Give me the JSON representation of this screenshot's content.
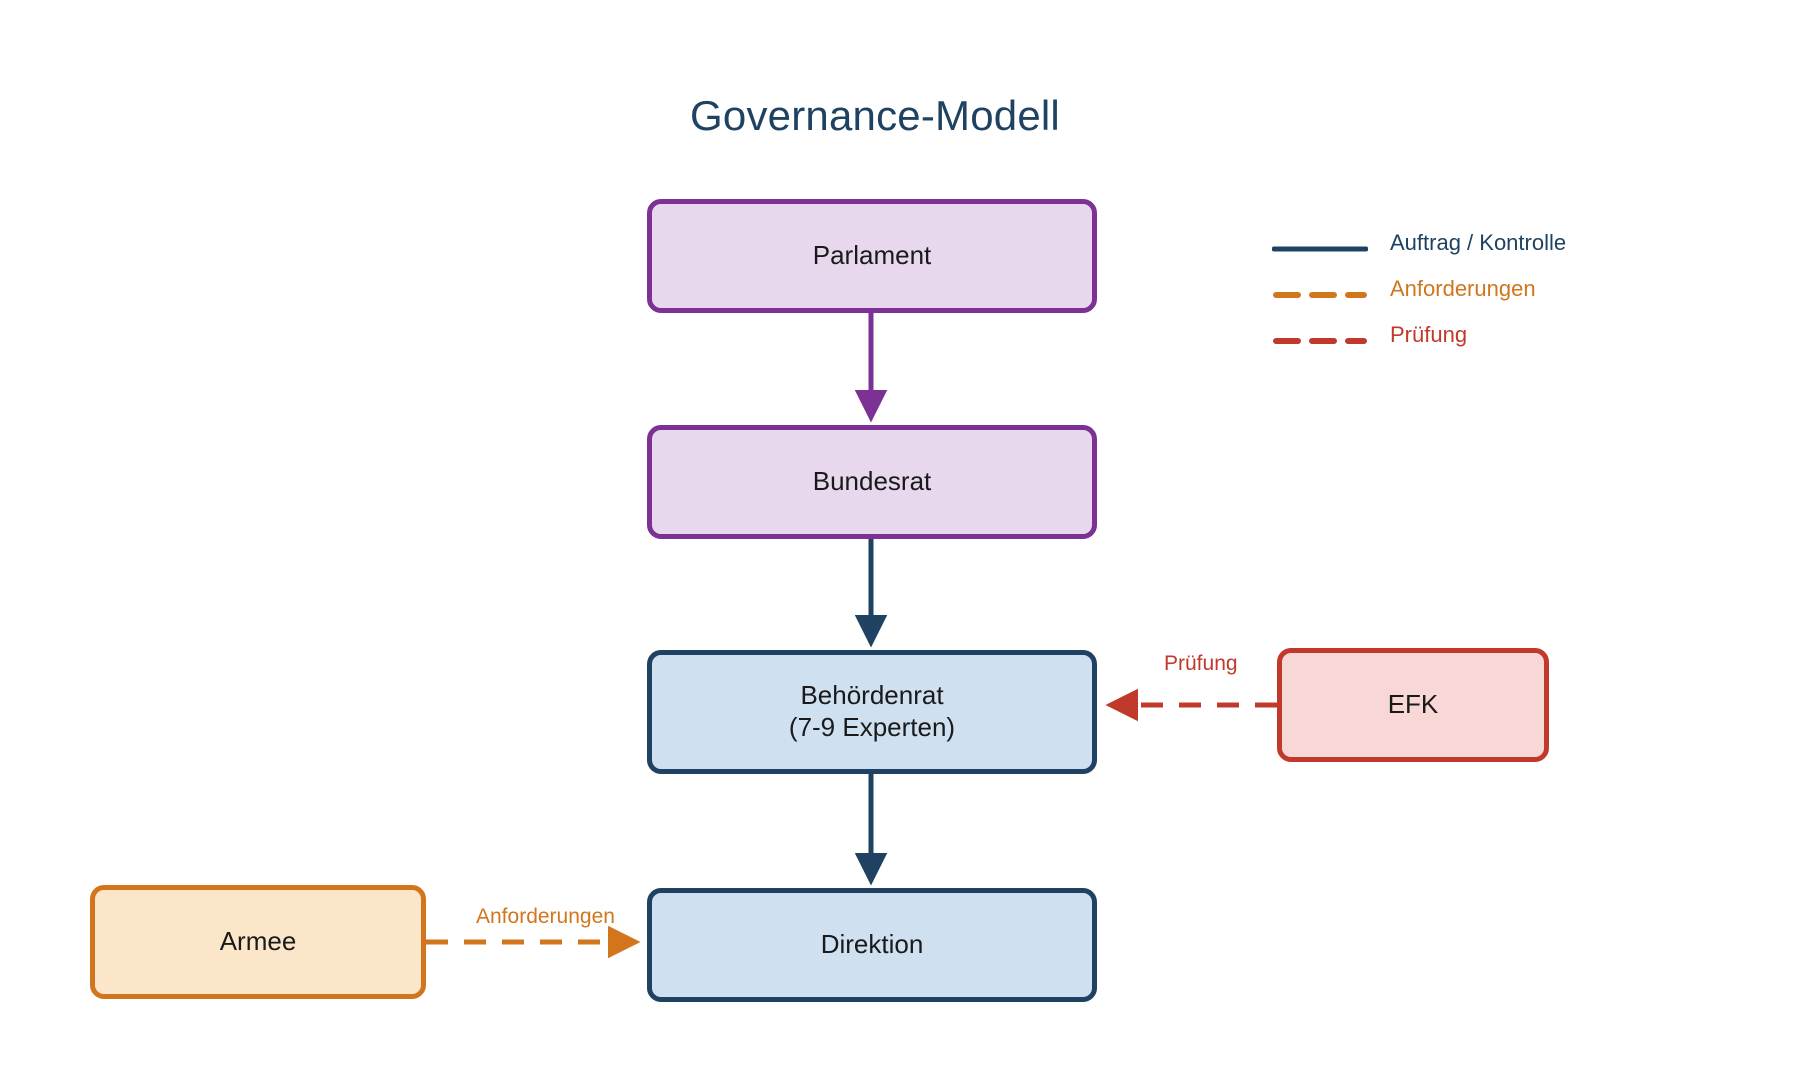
{
  "title": "Governance-Modell",
  "colors": {
    "navy": "#1f4263",
    "purple": "#7b3294",
    "purple_fill": "#e7d8ee",
    "blue_fill": "#cfe0f0",
    "red": "#c0392b",
    "red_fill": "#f8d7d7",
    "orange": "#d2761e",
    "orange_fill": "#fce6ca",
    "background": "#ffffff"
  },
  "nodes": [
    {
      "id": "parlament",
      "label": "Parlament",
      "label_line2": ""
    },
    {
      "id": "bundesrat",
      "label": "Bundesrat",
      "label_line2": ""
    },
    {
      "id": "behoerdenrat",
      "label": "Behördenrat",
      "label_line2": "(7-9 Experten)"
    },
    {
      "id": "direktion",
      "label": "Direktion",
      "label_line2": ""
    },
    {
      "id": "efk",
      "label": "EFK",
      "label_line2": ""
    },
    {
      "id": "armee",
      "label": "Armee",
      "label_line2": ""
    }
  ],
  "edges": [
    {
      "id": "parlament-bundesrat",
      "from": "Parlament",
      "to": "Bundesrat",
      "label": "",
      "style": "solid",
      "color": "#7b3294"
    },
    {
      "id": "bundesrat-behoerdenrat",
      "from": "Bundesrat",
      "to": "Behördenrat",
      "label": "",
      "style": "solid",
      "color": "#1f4263"
    },
    {
      "id": "behoerdenrat-direktion",
      "from": "Behördenrat",
      "to": "Direktion",
      "label": "",
      "style": "solid",
      "color": "#1f4263"
    },
    {
      "id": "efk-behoerdenrat",
      "from": "EFK",
      "to": "Behördenrat",
      "label": "Prüfung",
      "style": "dashed",
      "color": "#c0392b"
    },
    {
      "id": "armee-direktion",
      "from": "Armee",
      "to": "Direktion",
      "label": "Anforderungen",
      "style": "dashed",
      "color": "#d2761e"
    }
  ],
  "edge_labels": {
    "pruefung": "Prüfung",
    "anforderungen": "Anforderungen"
  },
  "legend": {
    "items": [
      {
        "label": "Auftrag / Kontrolle",
        "style": "solid",
        "color": "#1f4263"
      },
      {
        "label": "Anforderungen",
        "style": "dashed",
        "color": "#d2761e"
      },
      {
        "label": "Prüfung",
        "style": "dashed",
        "color": "#c0392b"
      }
    ]
  }
}
